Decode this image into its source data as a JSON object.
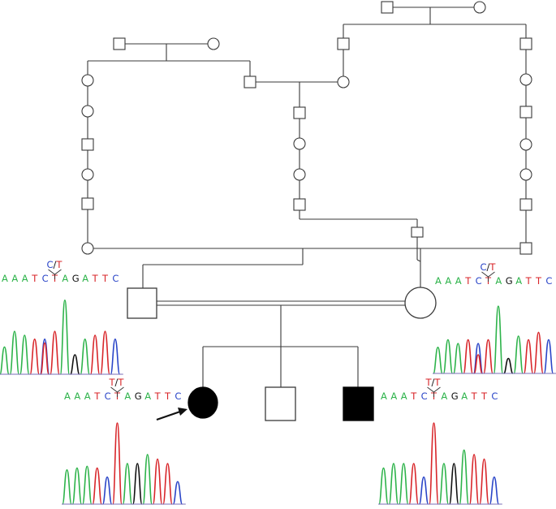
{
  "diagram": {
    "colors": {
      "A": "#2db34a",
      "T": "#d8262a",
      "G": "#111111",
      "C": "#2a45c8",
      "line": "#3a3a3a",
      "affected": "#000000"
    },
    "proband_arrow": "arrow",
    "chromatograms": [
      {
        "id": "father",
        "genotype": "C/T",
        "bases": [
          "A",
          "A",
          "A",
          "T",
          "C",
          "T",
          "A",
          "G",
          "A",
          "T",
          "T",
          "C"
        ],
        "het_index": 5
      },
      {
        "id": "mother",
        "genotype": "C/T",
        "bases": [
          "A",
          "A",
          "A",
          "T",
          "C",
          "T",
          "A",
          "G",
          "A",
          "T",
          "T",
          "C"
        ],
        "het_index": 5
      },
      {
        "id": "proband",
        "genotype": "T/T",
        "bases": [
          "A",
          "A",
          "A",
          "T",
          "C",
          "T",
          "A",
          "G",
          "A",
          "T",
          "T",
          "C"
        ],
        "het_index": 5
      },
      {
        "id": "brother",
        "genotype": "T/T",
        "bases": [
          "A",
          "A",
          "A",
          "T",
          "C",
          "T",
          "A",
          "G",
          "A",
          "T",
          "T",
          "C"
        ],
        "het_index": 5
      }
    ],
    "individuals": [
      {
        "id": "g1-m",
        "sex": "male",
        "affected": false
      },
      {
        "id": "g1-f",
        "sex": "female",
        "affected": false
      },
      {
        "id": "g0-m",
        "sex": "male",
        "affected": false
      },
      {
        "id": "g0-f",
        "sex": "female",
        "affected": false
      },
      {
        "id": "father",
        "sex": "male",
        "affected": false
      },
      {
        "id": "mother",
        "sex": "female",
        "affected": false
      },
      {
        "id": "proband",
        "sex": "female",
        "affected": true
      },
      {
        "id": "sib-unaffected",
        "sex": "male",
        "affected": false
      },
      {
        "id": "sib-affected",
        "sex": "male",
        "affected": true
      }
    ]
  }
}
